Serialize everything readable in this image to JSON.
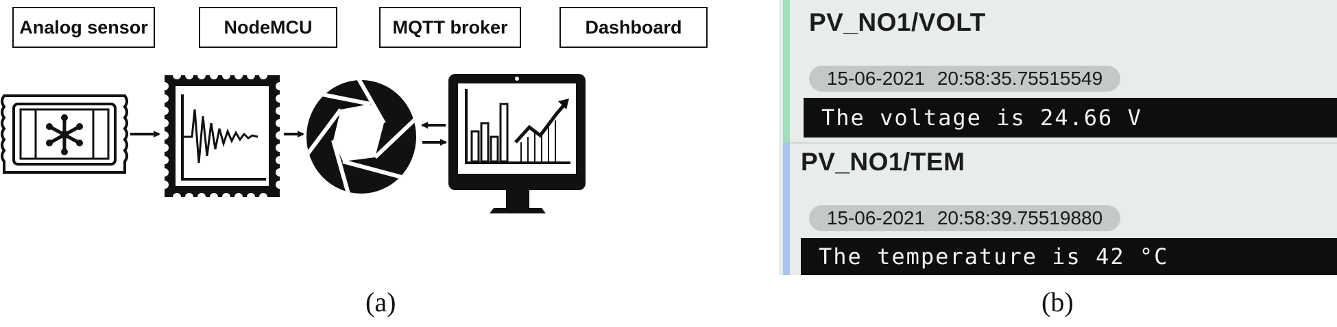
{
  "panel_a": {
    "caption": "(a)",
    "components": [
      {
        "label": "Analog sensor",
        "icon": "sensor-icon"
      },
      {
        "label": "NodeMCU",
        "icon": "oscilloscope-icon"
      },
      {
        "label": "MQTT broker",
        "icon": "mqtt-shutter-icon"
      },
      {
        "label": "Dashboard",
        "icon": "monitor-chart-icon"
      }
    ]
  },
  "panel_b": {
    "caption": "(b)",
    "messages": [
      {
        "topic": "PV_NO1/VOLT",
        "timestamp": "15-06-2021 20:58:35.75515549",
        "text": "The voltage is 24.66 V",
        "accent": "#9fe0b8"
      },
      {
        "topic": "PV_NO1/TEM",
        "timestamp": "15-06-2021 20:58:39.75519880",
        "text": "The temperature is 42 °C",
        "accent": "#a8c4ec"
      }
    ]
  }
}
